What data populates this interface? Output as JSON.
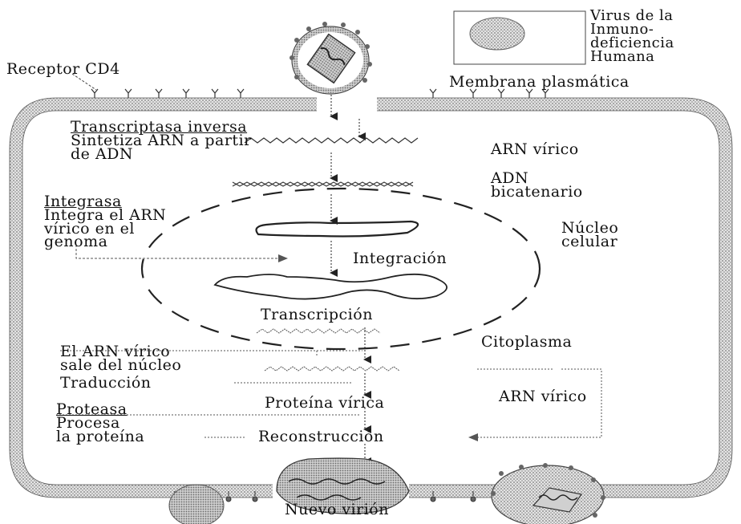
{
  "legend": {
    "lines": [
      "Virus de la",
      "Inmuno-",
      "deficiencia",
      "Humana"
    ]
  },
  "labels": {
    "receptor": "Receptor CD4",
    "membrana": "Membrana plasmática",
    "transcriptasa_title": "Transcriptasa inversa",
    "transcriptasa_desc_1": "Sintetiza ARN a partir",
    "transcriptasa_desc_2": "de ADN",
    "arn_virico_top": "ARN vírico",
    "adn_1": "ADN",
    "adn_2": "bicatenario",
    "integrasa_title": "Integrasa",
    "integrasa_desc_1": "Integra el ARN",
    "integrasa_desc_2": "vírico en el",
    "integrasa_desc_3": "genoma",
    "nucleo_1": "Núcleo",
    "nucleo_2": "celular",
    "integracion": "Integración",
    "transcripcion": "Transcripción",
    "citoplasma": "Citoplasma",
    "sale_1": "El ARN vírico",
    "sale_2": "sale del núcleo",
    "traduccion": "Traducción",
    "proteina_virica": "Proteína vírica",
    "arn_virico_right": "ARN vírico",
    "proteasa_title": "Proteasa",
    "proteasa_desc_1": "Procesa",
    "proteasa_desc_2": "la proteína",
    "reconstruccion": "Reconstrucción",
    "nuevo_virion": "Nuevo virión"
  },
  "colors": {
    "ink": "#111111",
    "membrane_fill": "#d6d6d6",
    "dotted_fill": "#bdbdbd",
    "background": "#ffffff"
  }
}
